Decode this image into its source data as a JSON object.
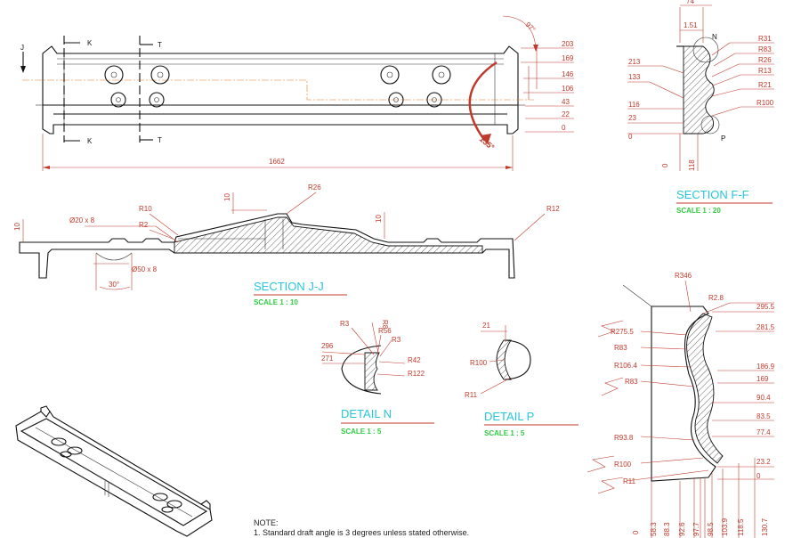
{
  "top_view": {
    "label_j": "J",
    "label_k": "K",
    "label_t": "T",
    "angle_top": "97°",
    "angle_red": "135°",
    "overall_length": "1662",
    "heights": [
      "203",
      "169",
      "146",
      "106",
      "43",
      "22",
      "0"
    ]
  },
  "section_jj": {
    "title": "SECTION J-J",
    "scale": "SCALE 1 : 10",
    "labels": {
      "r26": "R26",
      "r10": "R10",
      "r2": "R2",
      "r12": "R12",
      "hole20": "Ø20 x 8",
      "hole50": "Ø50 x 8",
      "angle30": "30°",
      "d10a": "10",
      "d10b": "10",
      "d10c": "10"
    }
  },
  "section_ff": {
    "title": "SECTION F-F",
    "scale": "SCALE 1 : 20",
    "left_dims": [
      "213",
      "133",
      "116",
      "23",
      "0"
    ],
    "right_dims": [
      "R31",
      "R83",
      "R26",
      "R13",
      "R21",
      "R100"
    ],
    "top_dims": [
      "74",
      "1.51"
    ],
    "bottom_dims": [
      "0",
      "118"
    ],
    "label_n": "N",
    "label_p": "P"
  },
  "detail_n": {
    "title": "DETAIL N",
    "scale": "SCALE 1 : 5",
    "labels": [
      "R3",
      "R56",
      "R8",
      "R3",
      "R42",
      "R122",
      "296",
      "271"
    ]
  },
  "detail_p": {
    "title": "DETAIL P",
    "scale": "SCALE 1 : 5",
    "labels": [
      "21",
      "R100",
      "R11"
    ]
  },
  "section_large": {
    "top_label": "R346",
    "right_dims": [
      "R2.8",
      "295.5",
      "281.5",
      "186.9",
      "169",
      "90.4",
      "83.5",
      "77.4",
      "23.2",
      "0"
    ],
    "left_dims": [
      "R275.5",
      "R83",
      "R106.4",
      "R83",
      "R93.8",
      "R100",
      "R11"
    ],
    "bottom_dims": [
      "0",
      "58.3",
      "88.3",
      "92.6",
      "97.7",
      "98.5",
      "103.9",
      "118.5",
      "130.7"
    ]
  },
  "notes": {
    "heading": "NOTE:",
    "line1": "1. Standard draft angle is 3 degrees unless stated otherwise."
  }
}
